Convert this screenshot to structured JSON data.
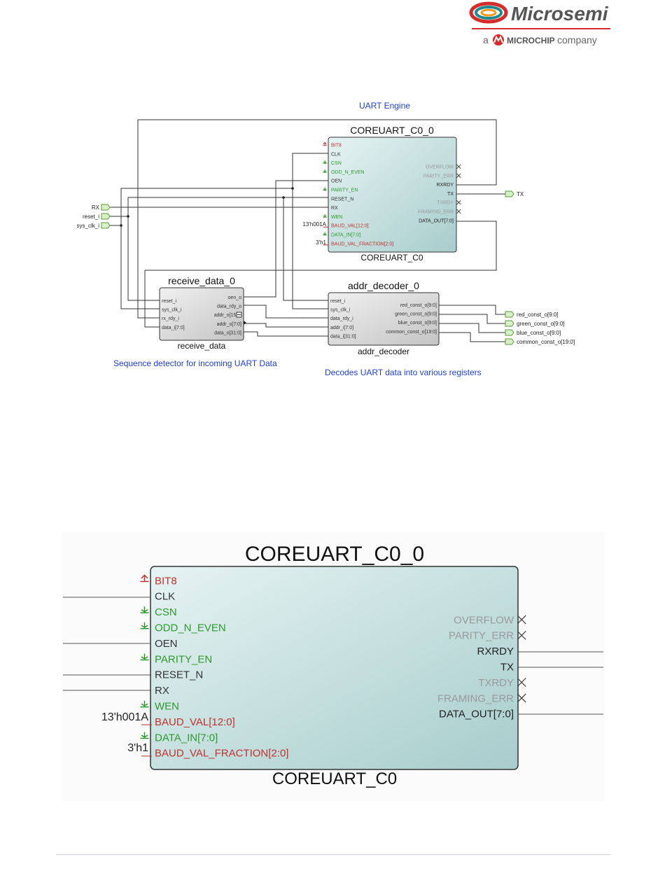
{
  "brand": {
    "logo_text": "Microsemi",
    "tagline_a": "a",
    "tagline_chip": "MICROCHIP",
    "tagline_company": "company"
  },
  "captions": {
    "uart_engine": "UART Engine",
    "sequence_detector": "Sequence detector for incoming UART Data",
    "decodes": "Decodes UART data into various registers"
  },
  "top_diagram": {
    "coreuart": {
      "instance": "COREUART_C0_0",
      "component": "COREUART_C0",
      "left_ports": [
        {
          "label": "BIT8",
          "color": "#c0322f",
          "mark": "up"
        },
        {
          "label": "CLK",
          "color": "#333333",
          "mark": ""
        },
        {
          "label": "CSN",
          "color": "#2e9a2e",
          "mark": "down"
        },
        {
          "label": "ODD_N_EVEN",
          "color": "#2e9a2e",
          "mark": "down"
        },
        {
          "label": "OEN",
          "color": "#333333",
          "mark": ""
        },
        {
          "label": "PARITY_EN",
          "color": "#2e9a2e",
          "mark": "down"
        },
        {
          "label": "RESET_N",
          "color": "#333333",
          "mark": ""
        },
        {
          "label": "RX",
          "color": "#333333",
          "mark": ""
        },
        {
          "label": "WEN",
          "color": "#2e9a2e",
          "mark": "down"
        },
        {
          "label": "BAUD_VAL[12:0]",
          "color": "#c0322f",
          "mark": "const"
        },
        {
          "label": "DATA_IN[7:0]",
          "color": "#2e9a2e",
          "mark": "down"
        },
        {
          "label": "BAUD_VAL_FRACTION[2:0]",
          "color": "#c0322f",
          "mark": "const"
        }
      ],
      "right_ports": [
        {
          "label": "OVERFLOW",
          "color": "#9a9a9a",
          "x": true
        },
        {
          "label": "PARITY_ERR",
          "color": "#9a9a9a",
          "x": true
        },
        {
          "label": "RXRDY",
          "color": "#222222",
          "x": false
        },
        {
          "label": "TX",
          "color": "#222222",
          "x": false
        },
        {
          "label": "TXRDY",
          "color": "#9a9a9a",
          "x": true
        },
        {
          "label": "FRAMING_ERR",
          "color": "#9a9a9a",
          "x": true
        },
        {
          "label": "DATA_OUT[7:0]",
          "color": "#222222",
          "x": false
        }
      ],
      "const_baud": "13'h001A",
      "const_frac": "3'h1"
    },
    "receive_data": {
      "instance": "receive_data_0",
      "component": "receive_data",
      "left_ports": [
        "reset_i",
        "sys_clk_i",
        "rx_rdy_i",
        "data_i[7:0]"
      ],
      "right_ports": [
        "oen_o",
        "data_rdy_o",
        "addr_o[15:0]",
        "addr_o[7:0]",
        "data_o[31:0]"
      ]
    },
    "addr_decoder": {
      "instance": "addr_decoder_0",
      "component": "addr_decoder",
      "left_ports": [
        "reset_i",
        "sys_clk_i",
        "data_rdy_i",
        "addr_i[7:0]",
        "data_i[31:0]"
      ],
      "right_ports": [
        "red_const_o[9:0]",
        "green_const_o[9:0]",
        "blue_const_o[9:0]",
        "common_const_o[19:0]"
      ]
    },
    "inputs": [
      "RX",
      "reset_i",
      "sys_clk_i"
    ],
    "outputs": [
      "TX",
      "red_const_o[9:0]",
      "green_const_o[9:0]",
      "blue_const_o[9:0]",
      "common_const_o[19:0]"
    ]
  },
  "zoom_diagram": {
    "instance": "COREUART_C0_0",
    "component": "COREUART_C0"
  }
}
